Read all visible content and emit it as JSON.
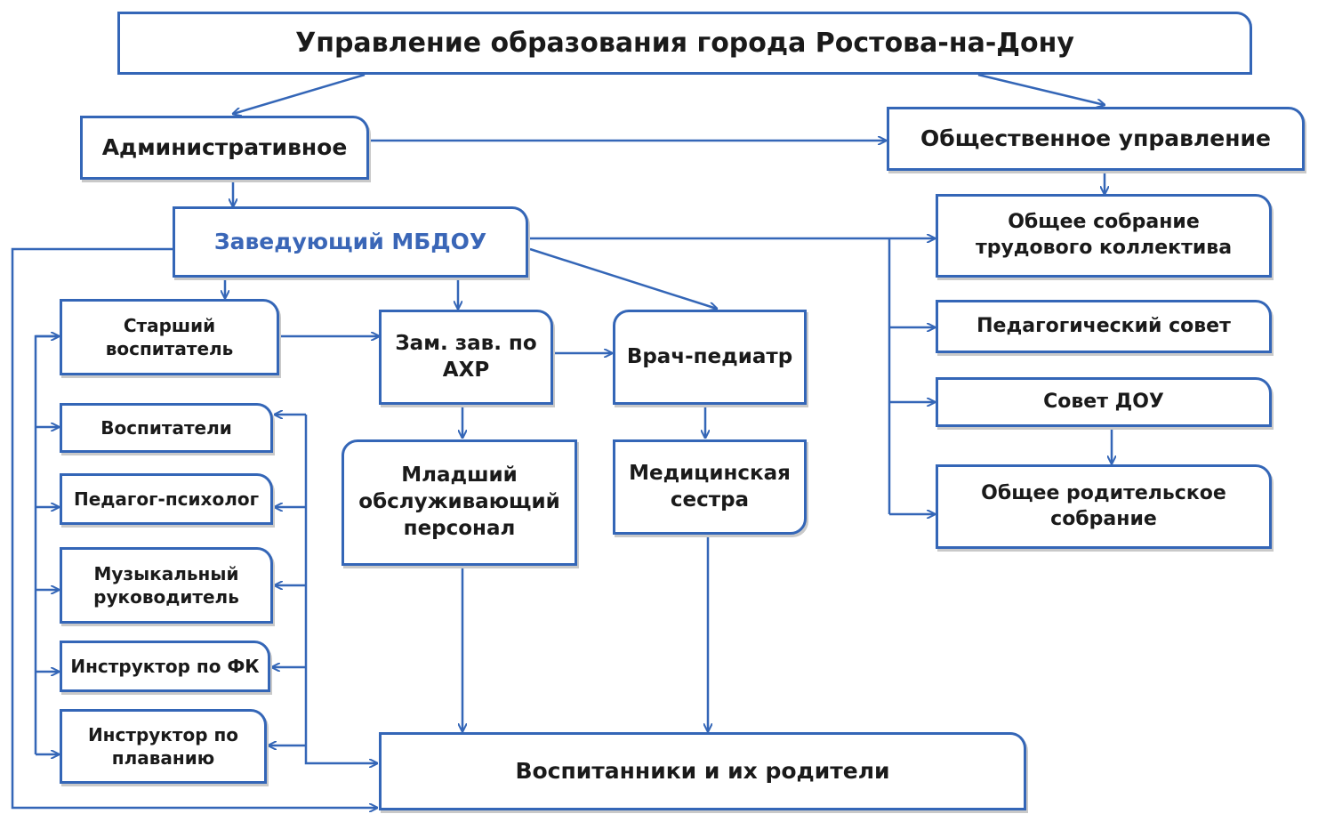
{
  "title": "Управление образования города Ростова-на-Дону",
  "boxes": {
    "admin": "Административное",
    "public": "Общественное управление",
    "head": "Заведующий МБДОУ",
    "senior": "Старший\nвоспитатель",
    "deputy": "Зам. зав. по\nАХР",
    "doctor": "Врач-педиатр",
    "teachers": "Воспитатели",
    "psych": "Педагог-психолог",
    "music": "Музыкальный\nруководитель",
    "pe": "Инструктор по ФК",
    "swim": "Инструктор по\nплаванию",
    "junior": "Младший\nобслуживающий\nперсонал",
    "nurse": "Медицинская\nсестра",
    "kids": "Воспитанники и их родители",
    "assembly": "Общее собрание\nтрудового коллектива",
    "pedcouncil": "Педагогический совет",
    "council": "Совет ДОУ",
    "parents": "Общее родительское\nсобрание"
  },
  "colors": {
    "line": "#3466b7",
    "accent_text": "#3a66b7"
  }
}
